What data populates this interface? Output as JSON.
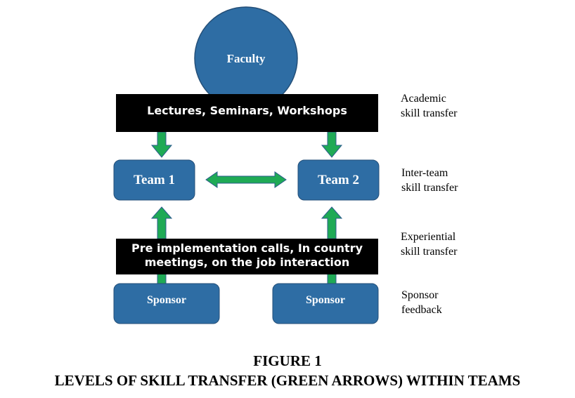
{
  "colors": {
    "node_fill": "#2e6da4",
    "node_stroke": "#244f78",
    "bar_fill": "#000000",
    "arrow_fill": "#1faa55",
    "arrow_stroke": "#2b5c8c",
    "text_dark": "#000000",
    "text_light": "#ffffff"
  },
  "nodes": {
    "faculty": "Faculty",
    "team1": "Team 1",
    "team2": "Team 2",
    "sponsor_left": "Sponsor",
    "sponsor_right": "Sponsor"
  },
  "bars": {
    "academic": "Lectures, Seminars, Workshops",
    "experiential_line1": "Pre implementation calls, In country",
    "experiential_line2": "meetings, on the job interaction"
  },
  "side_notes": {
    "academic": {
      "line1": "Academic",
      "line2": "skill transfer"
    },
    "interteam": {
      "line1": "Inter-team",
      "line2": "skill transfer"
    },
    "experiential": {
      "line1": "Experiential",
      "line2": "skill transfer"
    },
    "sponsor": {
      "line1": "Sponsor",
      "line2": "feedback"
    }
  },
  "caption": {
    "figure": "FIGURE 1",
    "title": "LEVELS OF SKILL TRANSFER (GREEN ARROWS) WITHIN TEAMS"
  },
  "icons": {
    "arrow_down": "down-arrow-icon",
    "arrow_up": "up-arrow-icon",
    "arrow_both": "double-headed-arrow-icon"
  }
}
